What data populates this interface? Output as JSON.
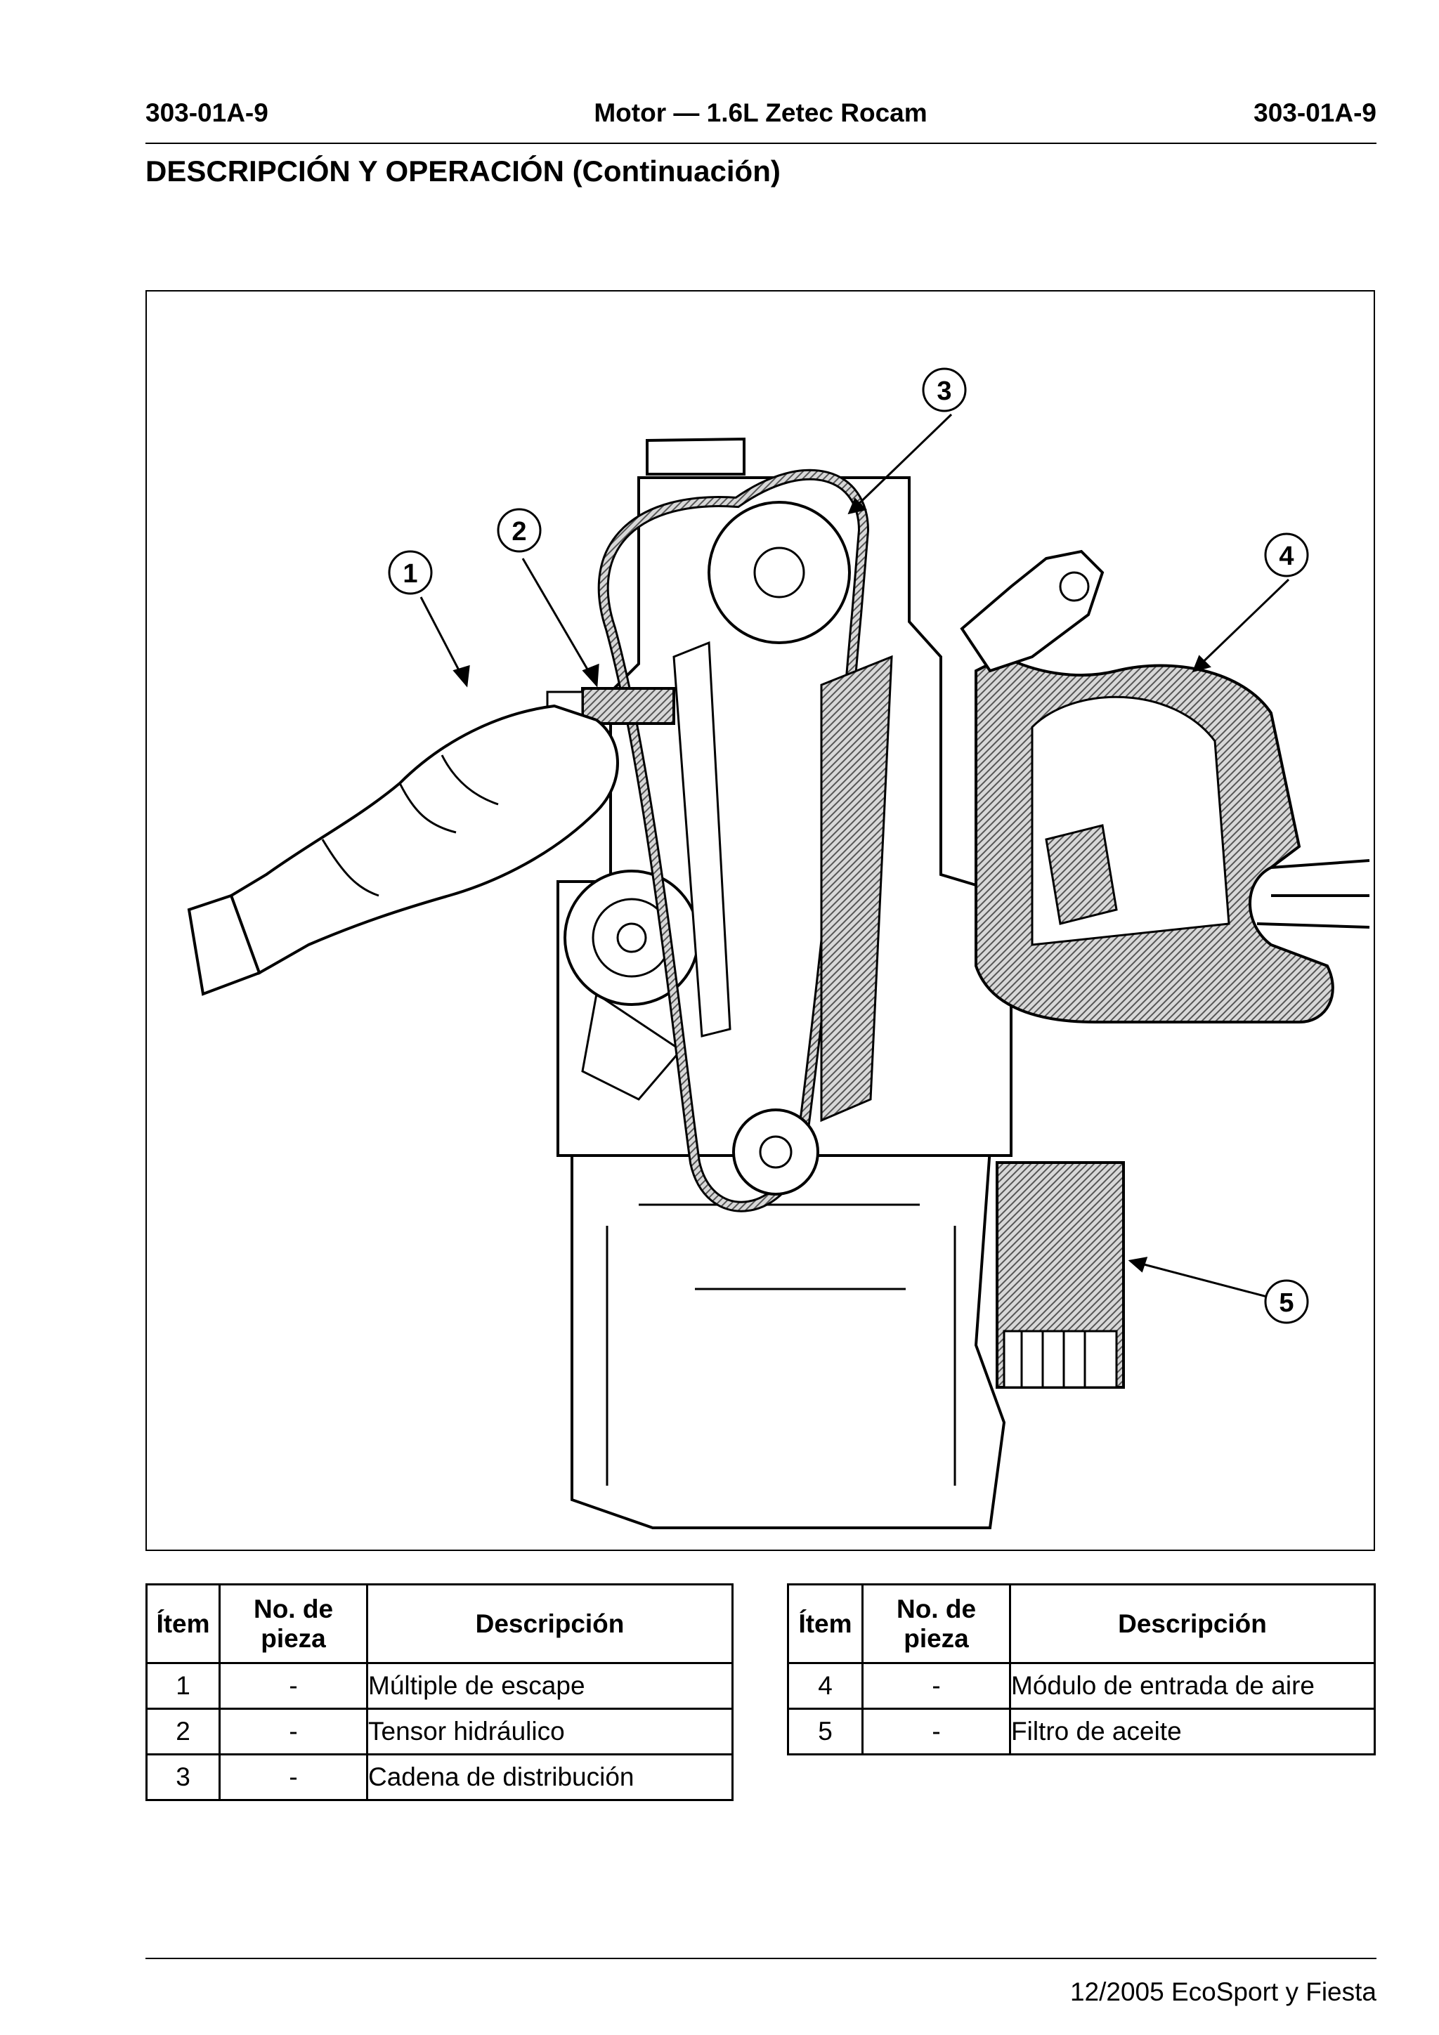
{
  "header": {
    "code_left": "303-01A-9",
    "title_center": "Motor — 1.6L Zetec Rocam",
    "code_right": "303-01A-9"
  },
  "section_title": "DESCRIPCIÓN Y OPERACIÓN (Continuación)",
  "figure": {
    "callouts": [
      "1",
      "2",
      "3",
      "4",
      "5"
    ]
  },
  "table_headers": {
    "item": "Ítem",
    "part_no": "No. de pieza",
    "description": "Descripción"
  },
  "table_left_rows": [
    {
      "item": "1",
      "part_no": "-",
      "description": "Múltiple de escape"
    },
    {
      "item": "2",
      "part_no": "-",
      "description": "Tensor hidráulico"
    },
    {
      "item": "3",
      "part_no": "-",
      "description": "Cadena de distribución"
    }
  ],
  "table_right_rows": [
    {
      "item": "4",
      "part_no": "-",
      "description": "Módulo de entrada de aire"
    },
    {
      "item": "5",
      "part_no": "-",
      "description": "Filtro de aceite"
    }
  ],
  "footer": {
    "text": "12/2005 EcoSport y Fiesta"
  }
}
